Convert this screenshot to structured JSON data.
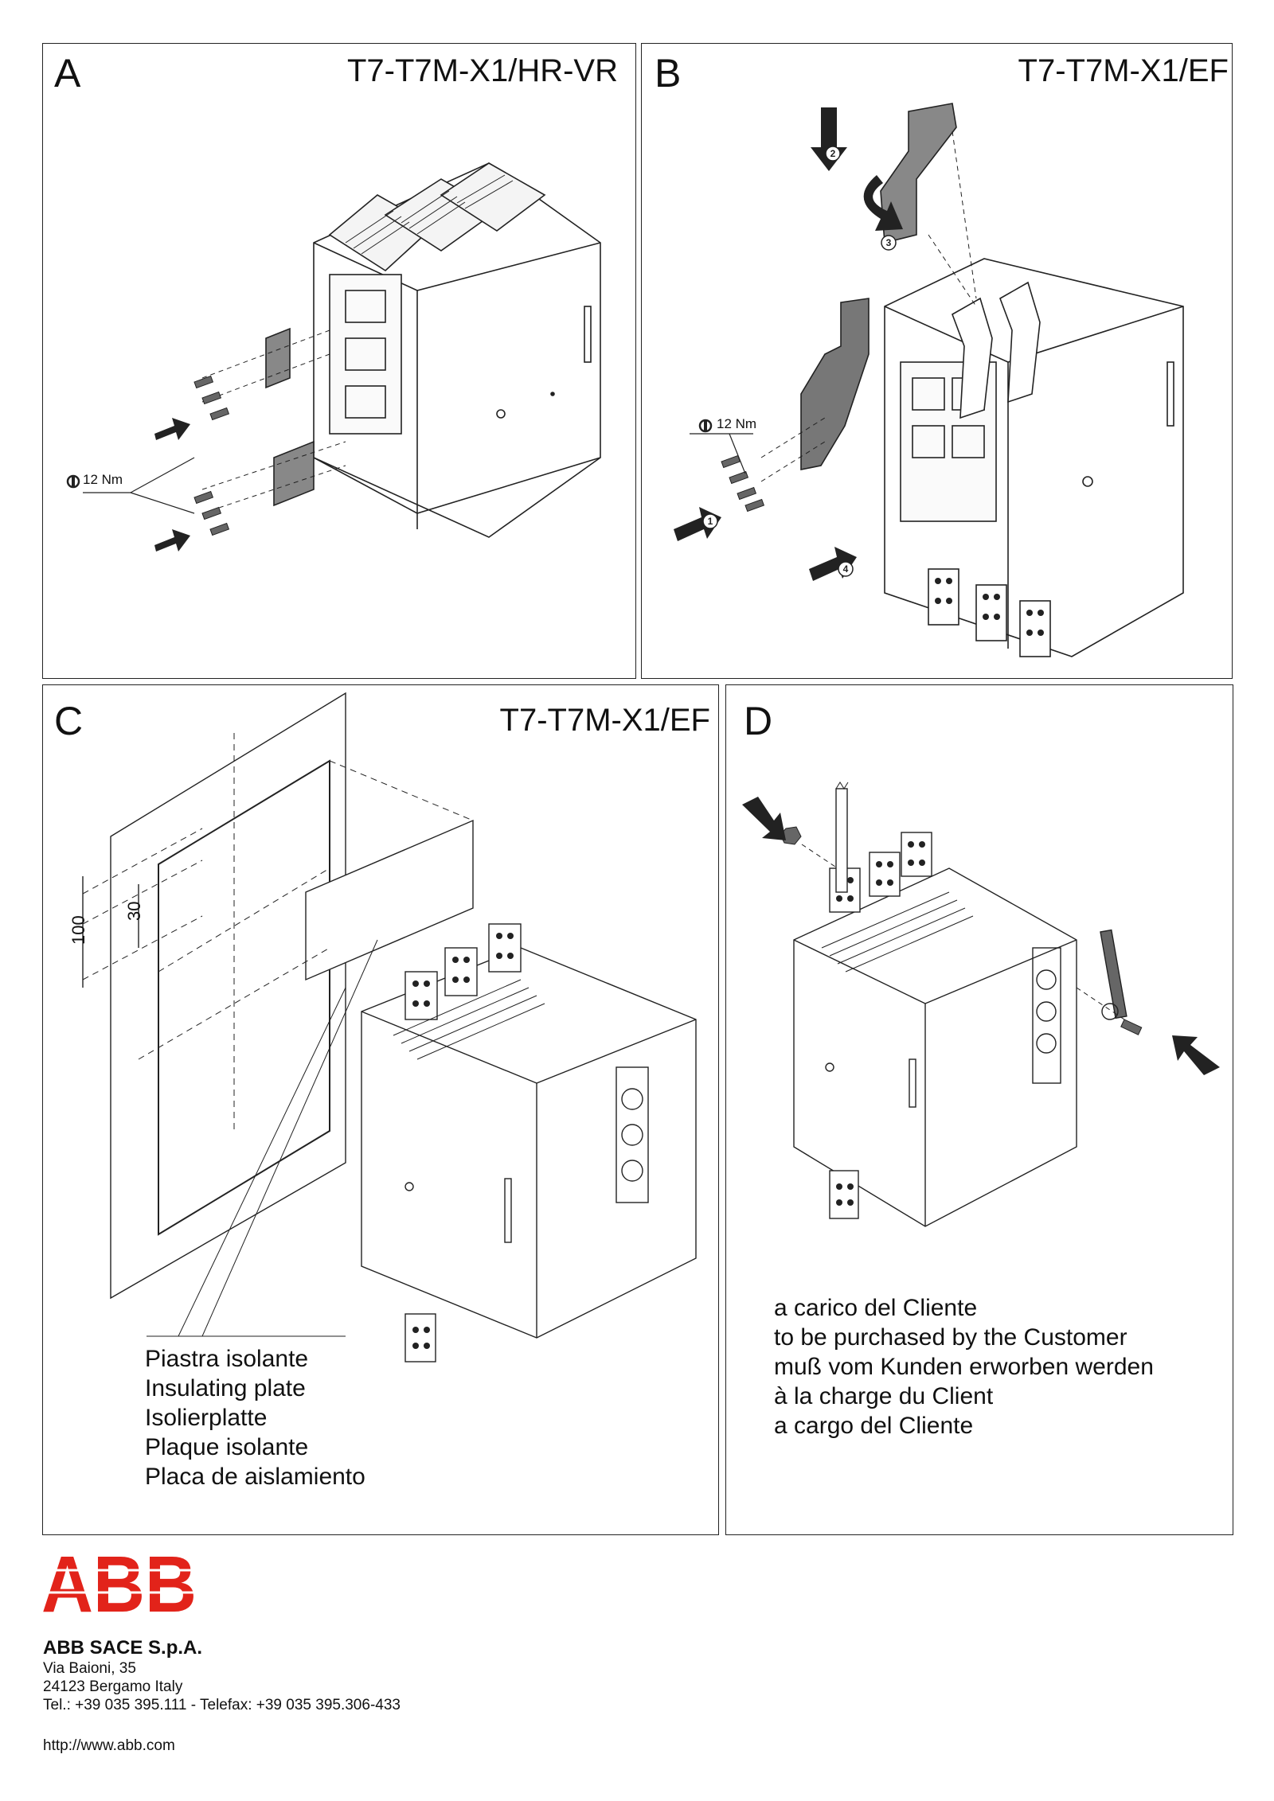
{
  "panels": {
    "a": {
      "label": "A",
      "title": "T7-T7M-X1/HR-VR",
      "torque": "12 Nm"
    },
    "b": {
      "label": "B",
      "title": "T7-T7M-X1/EF",
      "torque": "12 Nm",
      "steps": [
        "1",
        "2",
        "3",
        "4"
      ]
    },
    "c": {
      "label": "C",
      "title": "T7-T7M-X1/EF",
      "dimensions": [
        "100",
        "30"
      ],
      "caption": [
        "Piastra isolante",
        "Insulating plate",
        "Isolierplatte",
        "Plaque isolante",
        "Placa de aislamiento"
      ]
    },
    "d": {
      "label": "D",
      "caption": [
        "a carico del Cliente",
        "to be purchased by the Customer",
        "muß vom Kunden erworben werden",
        "à la charge du Client",
        "a cargo del Cliente"
      ]
    }
  },
  "footer": {
    "logo_text": "ABB",
    "brand_color": "#e2231a",
    "company": "ABB SACE S.p.A.",
    "address": [
      "Via Baioni, 35",
      "24123 Bergamo Italy",
      "Tel.: +39 035 395.111 - Telefax: +39 035 395.306-433"
    ],
    "website": "http://www.abb.com"
  },
  "icons": [
    "torque-wrench-icon",
    "insertion-arrow-icon",
    "abb-logo-icon"
  ]
}
